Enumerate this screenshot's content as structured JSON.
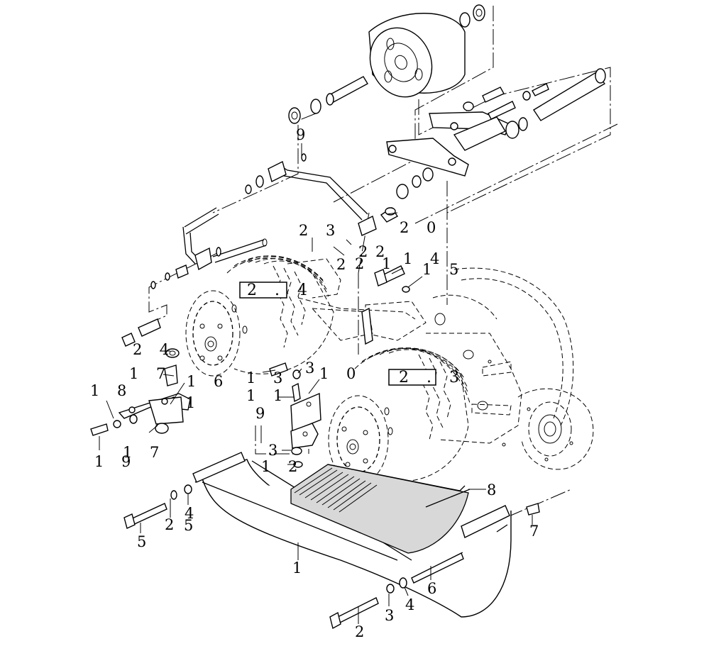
{
  "diagram": {
    "reference_boxes": [
      {
        "id": "ref-24",
        "label": "2 . 4"
      },
      {
        "id": "ref-23",
        "label": "2 . 3"
      }
    ],
    "callouts": [
      {
        "id": "c-9a",
        "label": "9"
      },
      {
        "id": "c-23",
        "label": "2 3"
      },
      {
        "id": "c-20",
        "label": "2 0"
      },
      {
        "id": "c-2-a",
        "label": "2"
      },
      {
        "id": "c-21",
        "label": "2 1"
      },
      {
        "id": "c-22a",
        "label": "2"
      },
      {
        "id": "c-22b",
        "label": "2"
      },
      {
        "id": "c-14",
        "label": "1 4"
      },
      {
        "id": "c-15",
        "label": "1 5"
      },
      {
        "id": "c-24",
        "label": "2 4"
      },
      {
        "id": "c-17a",
        "label": "1 7"
      },
      {
        "id": "c-16",
        "label": "1 6"
      },
      {
        "id": "c-1a",
        "label": "1"
      },
      {
        "id": "c-18",
        "label": "1 8"
      },
      {
        "id": "c-13",
        "label": "1 3"
      },
      {
        "id": "c-3a",
        "label": "3"
      },
      {
        "id": "c-10",
        "label": "1 0"
      },
      {
        "id": "c-11",
        "label": "1 1"
      },
      {
        "id": "c-9b",
        "label": "9"
      },
      {
        "id": "c-3b",
        "label": "3"
      },
      {
        "id": "c-12",
        "label": "1 2"
      },
      {
        "id": "c-19",
        "label": "1 9"
      },
      {
        "id": "c-17b",
        "label": "1 7"
      },
      {
        "id": "c-8",
        "label": "8"
      },
      {
        "id": "c-2b",
        "label": "2"
      },
      {
        "id": "c-4a",
        "label": "4"
      },
      {
        "id": "c-5a",
        "label": "5"
      },
      {
        "id": "c-5b",
        "label": "5"
      },
      {
        "id": "c-7",
        "label": "7"
      },
      {
        "id": "c-1b",
        "label": "1"
      },
      {
        "id": "c-6",
        "label": "6"
      },
      {
        "id": "c-4b",
        "label": "4"
      },
      {
        "id": "c-3c",
        "label": "3"
      },
      {
        "id": "c-2c",
        "label": "2"
      }
    ]
  }
}
